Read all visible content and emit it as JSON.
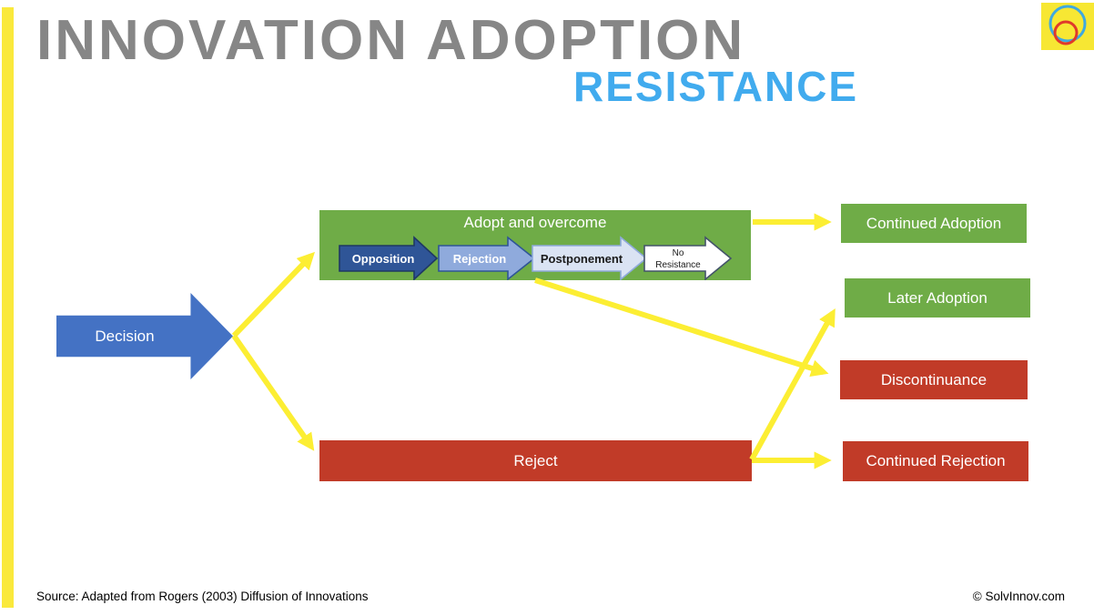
{
  "page": {
    "accent_bar_color": "#FAE93C"
  },
  "header": {
    "title": "INNOVATION ADOPTION",
    "title_color": "#868686",
    "subtitle": "RESISTANCE",
    "subtitle_color": "#41ABEE"
  },
  "logo": {
    "bg": "#F7E733",
    "outer_circle_color": "#3FA9E0",
    "inner_circle_color": "#E0392B"
  },
  "diagram": {
    "decision": {
      "label": "Decision",
      "color": "#4472C4"
    },
    "adopt_group": {
      "title": "Adopt and overcome",
      "color": "#6FAC47",
      "steps": [
        {
          "label": "Opposition",
          "fill": "#2F5597",
          "border": "#1F3864",
          "text_color": "#FFFFFF"
        },
        {
          "label": "Rejection",
          "fill": "#8FAADC",
          "border": "#2F5597",
          "text_color": "#FFFFFF"
        },
        {
          "label": "Postponement",
          "fill": "#DAE3F3",
          "border": "#8FAADC",
          "text_color": "#1A1A1A"
        },
        {
          "label": "No Resistance",
          "label_line1": "No",
          "label_line2": "Resistance",
          "fill": "#FFFFFF",
          "border": "#44546A",
          "text_color": "#1A1A1A"
        }
      ]
    },
    "reject": {
      "label": "Reject",
      "color": "#C13B28"
    },
    "outcomes": [
      {
        "label": "Continued Adoption",
        "color": "#6FAC47"
      },
      {
        "label": "Later Adoption",
        "color": "#6FAC47"
      },
      {
        "label": "Discontinuance",
        "color": "#C13B28"
      },
      {
        "label": "Continued Rejection",
        "color": "#C13B28"
      }
    ],
    "connector_color": "#FCEE33"
  },
  "footer": {
    "source": "Source: Adapted from Rogers (2003) Diffusion of Innovations",
    "copyright": "© SolvInnov.com"
  }
}
